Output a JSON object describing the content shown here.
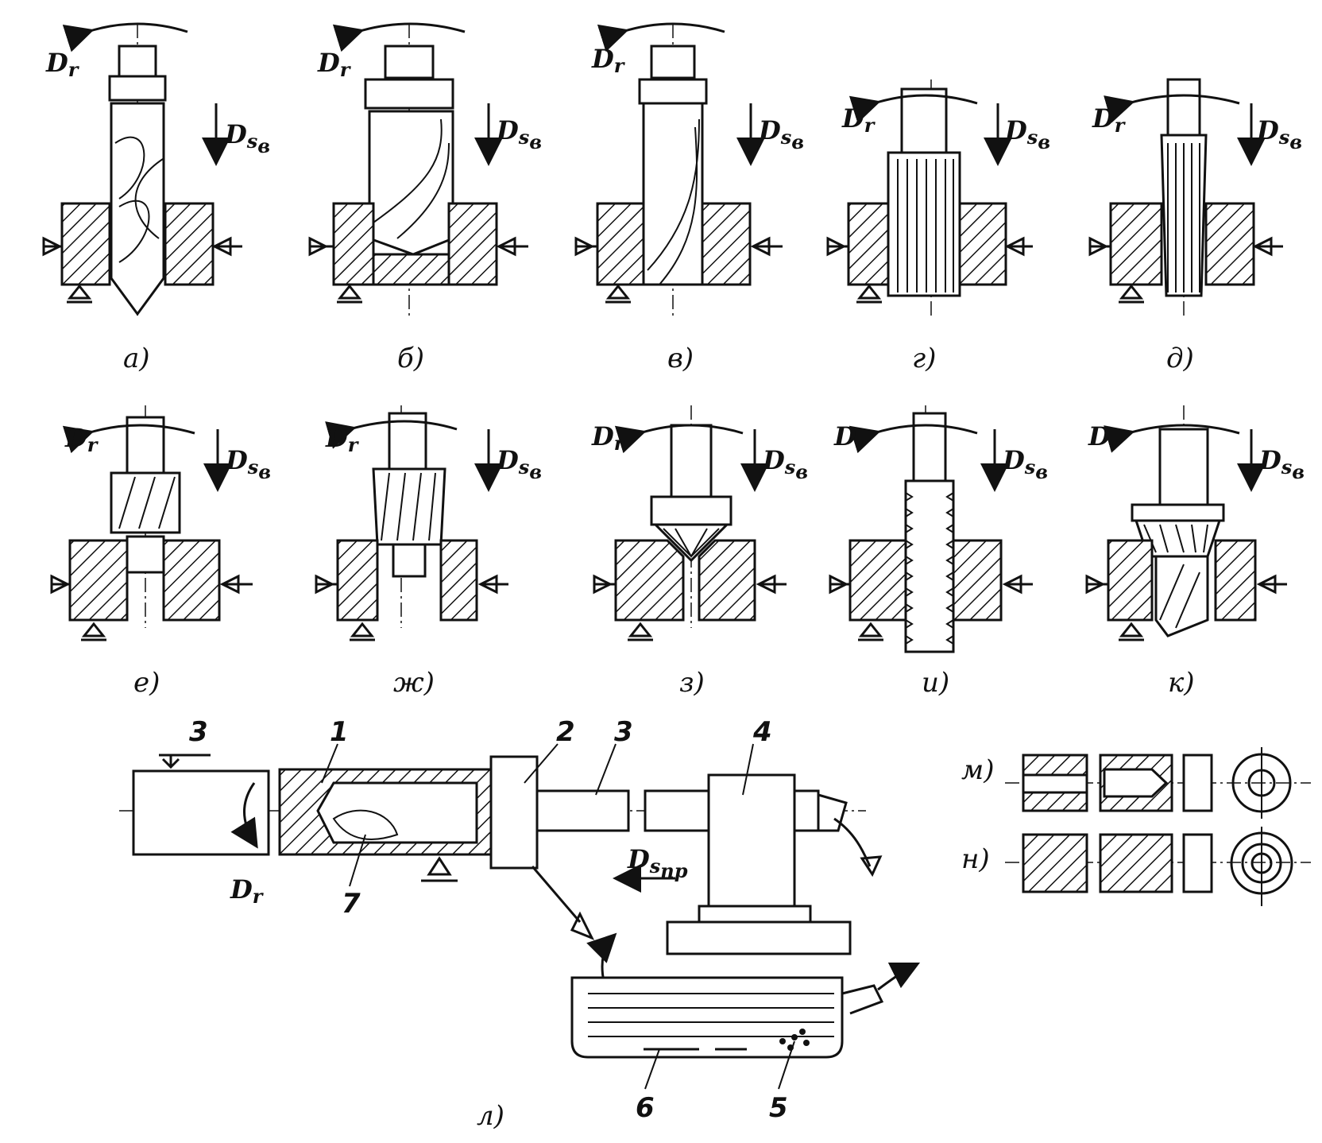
{
  "diagram": {
    "motion_rotation": "D",
    "motion_rotation_sub": "r",
    "motion_feed": "D",
    "motion_feed_sub": "s",
    "feed_sub_vertical": "в",
    "feed_sub_longitudinal": "пр",
    "panels_top": [
      {
        "label": "а)",
        "tool": "twist-drill"
      },
      {
        "label": "б)",
        "tool": "core-drill"
      },
      {
        "label": "в)",
        "tool": "long-drill"
      },
      {
        "label": "г)",
        "tool": "reamer"
      },
      {
        "label": "д)",
        "tool": "finishing-reamer"
      }
    ],
    "panels_middle": [
      {
        "label": "е)",
        "tool": "counterbore"
      },
      {
        "label": "ж)",
        "tool": "spot-facer"
      },
      {
        "label": "з)",
        "tool": "countersink"
      },
      {
        "label": "и)",
        "tool": "tap"
      },
      {
        "label": "к)",
        "tool": "combined-tool"
      }
    ],
    "deep_drilling": {
      "label": "л)",
      "callouts": [
        "1",
        "2",
        "3",
        "4",
        "5",
        "6",
        "7",
        "3"
      ]
    },
    "sections": [
      {
        "label": "м)"
      },
      {
        "label": "н)"
      }
    ]
  }
}
